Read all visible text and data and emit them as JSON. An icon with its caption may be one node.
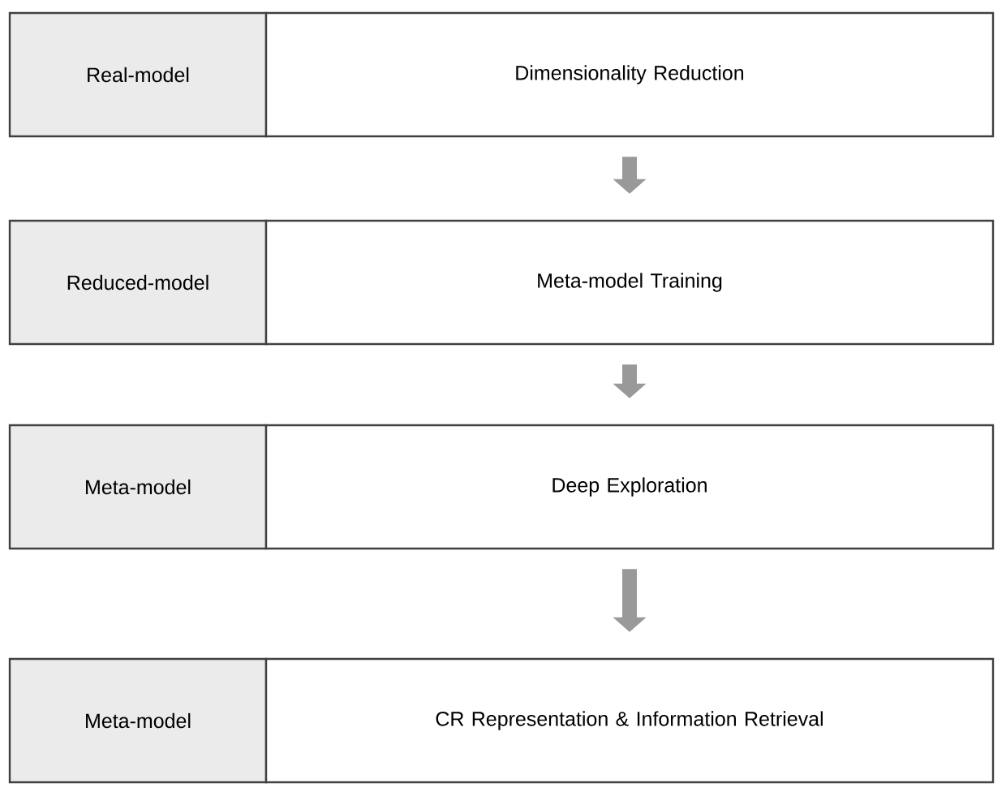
{
  "diagram": {
    "nodes": [
      {
        "text": [
          "Real-model"
        ]
      },
      {
        "text": [
          "Dimensionality Reduction"
        ]
      },
      {
        "text": [
          "Reduced-model"
        ]
      },
      {
        "text": [
          "Meta-model Training"
        ]
      },
      {
        "text": [
          "Meta-model"
        ]
      },
      {
        "text": [
          "Deep Exploration"
        ]
      },
      {
        "text": [
          "Meta-model"
        ]
      },
      {
        "text": [
          "CR Representation & Information Retrieval"
        ]
      }
    ],
    "edges": [
      {
        "from": 1,
        "to": 3,
        "arrow": "to"
      },
      {
        "from": 3,
        "to": 5,
        "arrow": "to"
      },
      {
        "from": 5,
        "to": 7,
        "arrow": "to"
      }
    ]
  }
}
